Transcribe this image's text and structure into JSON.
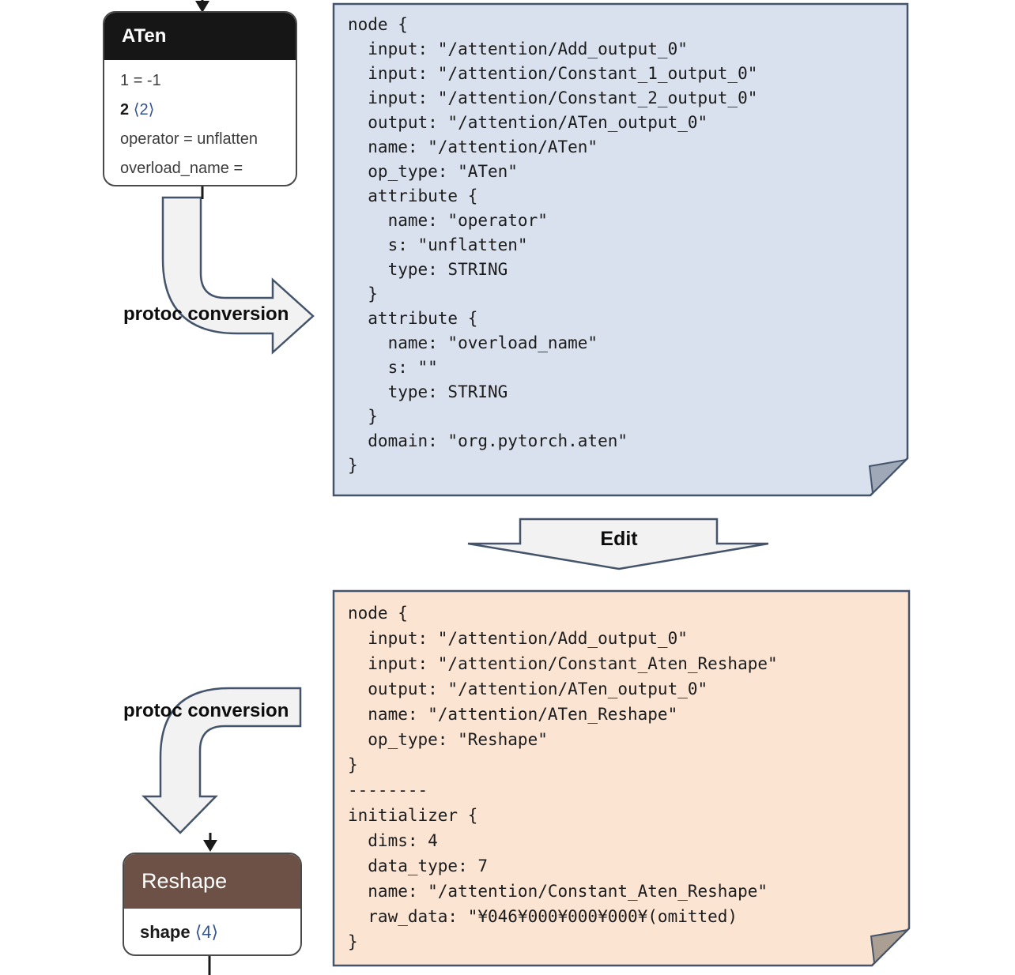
{
  "colors": {
    "proto_blue_fill": "#d9e1ef",
    "proto_orange_fill": "#fce4d3",
    "proto_border": "#44546a",
    "arrow_fill": "#f2f2f2",
    "arrow_border": "#44546a",
    "fold_blue": "#9ea8b6",
    "fold_orange": "#ab9f93",
    "aten_header_bg": "#161616",
    "reshape_header_bg": "#6d5147",
    "node_border": "#4a4a4a",
    "connector_black": "#1a1a1a"
  },
  "aten_node": {
    "title": "ATen",
    "rows": [
      {
        "left": "1",
        "right": "= -1"
      },
      {
        "left": "2",
        "right": "⟨2⟩"
      },
      {
        "left": "operator",
        "right": "= unflatten"
      },
      {
        "left": "overload_name",
        "right": "="
      }
    ]
  },
  "reshape_node": {
    "title": "Reshape",
    "rows": [
      {
        "left": "shape",
        "right": "⟨4⟩"
      }
    ]
  },
  "labels": {
    "protoc_top": "protoc conversion",
    "protoc_bottom": "protoc conversion",
    "edit": "Edit"
  },
  "proto_blue": {
    "code": "node {\n  input: \"/attention/Add_output_0\"\n  input: \"/attention/Constant_1_output_0\"\n  input: \"/attention/Constant_2_output_0\"\n  output: \"/attention/ATen_output_0\"\n  name: \"/attention/ATen\"\n  op_type: \"ATen\"\n  attribute {\n    name: \"operator\"\n    s: \"unflatten\"\n    type: STRING\n  }\n  attribute {\n    name: \"overload_name\"\n    s: \"\"\n    type: STRING\n  }\n  domain: \"org.pytorch.aten\"\n}"
  },
  "proto_orange": {
    "code": "node {\n  input: \"/attention/Add_output_0\"\n  input: \"/attention/Constant_Aten_Reshape\"\n  output: \"/attention/ATen_output_0\"\n  name: \"/attention/ATen_Reshape\"\n  op_type: \"Reshape\"\n}\n--------\ninitializer {\n  dims: 4\n  data_type: 7\n  name: \"/attention/Constant_Aten_Reshape\"\n  raw_data: \"¥046¥000¥000¥000¥(omitted)\n}"
  }
}
